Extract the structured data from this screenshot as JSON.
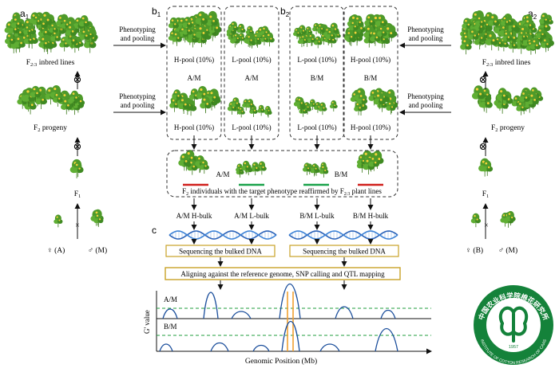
{
  "panel_labels": {
    "a1": "a1",
    "a2": "a2",
    "b1": "b1",
    "b2": "b2",
    "c": "c"
  },
  "left": {
    "inbred_label": "F2:3 inbred lines",
    "progeny_label": "F2 progeny",
    "f1_label": "F1",
    "parent_female": "♀ (A)",
    "parent_male": "♂ (M)",
    "pheno_top": [
      "Phenotyping",
      "and pooling"
    ],
    "pheno_mid": [
      "Phenotyping",
      "and pooling"
    ]
  },
  "right": {
    "inbred_label": "F2:3 inbred lines",
    "progeny_label": "F2 progeny",
    "f1_label": "F1",
    "parent_female": "♀ (B)",
    "parent_male": "♂ (M)",
    "pheno_top": [
      "Phenotyping",
      "and pooling"
    ],
    "pheno_mid": [
      "Phenotyping",
      "and pooling"
    ]
  },
  "symbols": {
    "self": "⊗",
    "cross": "×"
  },
  "pools": {
    "b1_h_top": "H-pool (10%)",
    "b1_l_top": "L-pool (10%)",
    "b1_h_bot": "H-pool (10%)",
    "b1_l_bot": "L-pool (10%)",
    "b2_l_top": "L-pool (10%)",
    "b2_h_top": "H-pool (10%)",
    "b2_l_bot": "L-pool (10%)",
    "b2_h_bot": "H-pool (10%)",
    "cross_b1_h": "A/M",
    "cross_b1_l": "A/M",
    "cross_b2_l": "B/M",
    "cross_b2_h": "B/M"
  },
  "reaffirm": {
    "am": "A/M",
    "bm": "B/M",
    "caption": "F2 individuals with the target phenotype reaffirmed by F2:3 plant lines"
  },
  "bulks": [
    "A/M H-bulk",
    "A/M L-bulk",
    "B/M L-bulk",
    "B/M H-bulk"
  ],
  "sequencing": [
    "Sequencing the bulked DNA",
    "Sequencing the bulked DNA"
  ],
  "aligning": "Aligning against the reference genome, SNP calling and QTL mapping",
  "plot": {
    "ylabel": "G' value",
    "xlabel": "Genomic Position (Mb)",
    "track_am": "A/M",
    "track_bm": "B/M"
  },
  "colors": {
    "accent_gold": "#c9a227",
    "dna_blue": "#2a62b8",
    "dashed_green": "#1f9d3c",
    "bar_red": "#d0201c",
    "bar_green": "#1aa24a",
    "line_blue": "#1c4f9c",
    "highlight_orange": "#f0a030",
    "logo_green": "#14823a"
  },
  "logo": {
    "top_text": "中国农业科学院棉花研究所",
    "bottom_text": "INSTITUTE OF COTTON RESEARCH OF CAAS",
    "year": "1957"
  }
}
